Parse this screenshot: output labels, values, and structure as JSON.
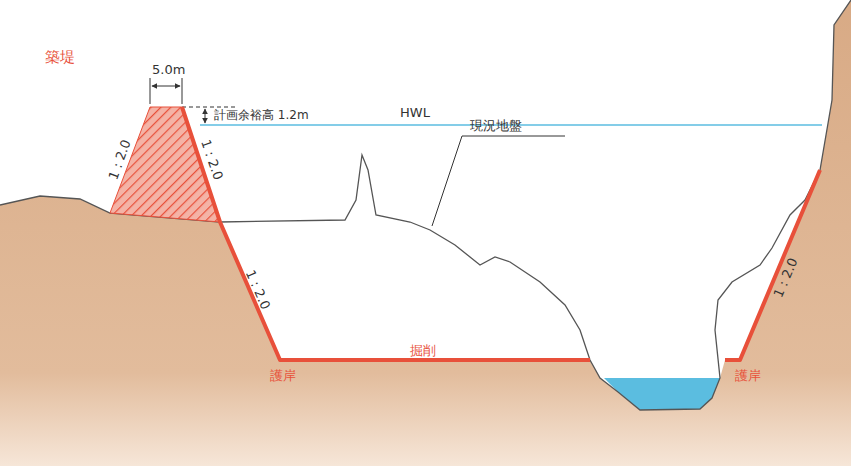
{
  "diagram": {
    "labels": [
      "5.0m",
      "築堤",
      "計画余裕高 1.2m",
      "HWL",
      "1 : 2.0",
      "1 : 2.0",
      "1 : 2.0",
      "現況地盤",
      "掘削",
      "護岸",
      "護岸",
      "1 : 2.0"
    ]
  }
}
